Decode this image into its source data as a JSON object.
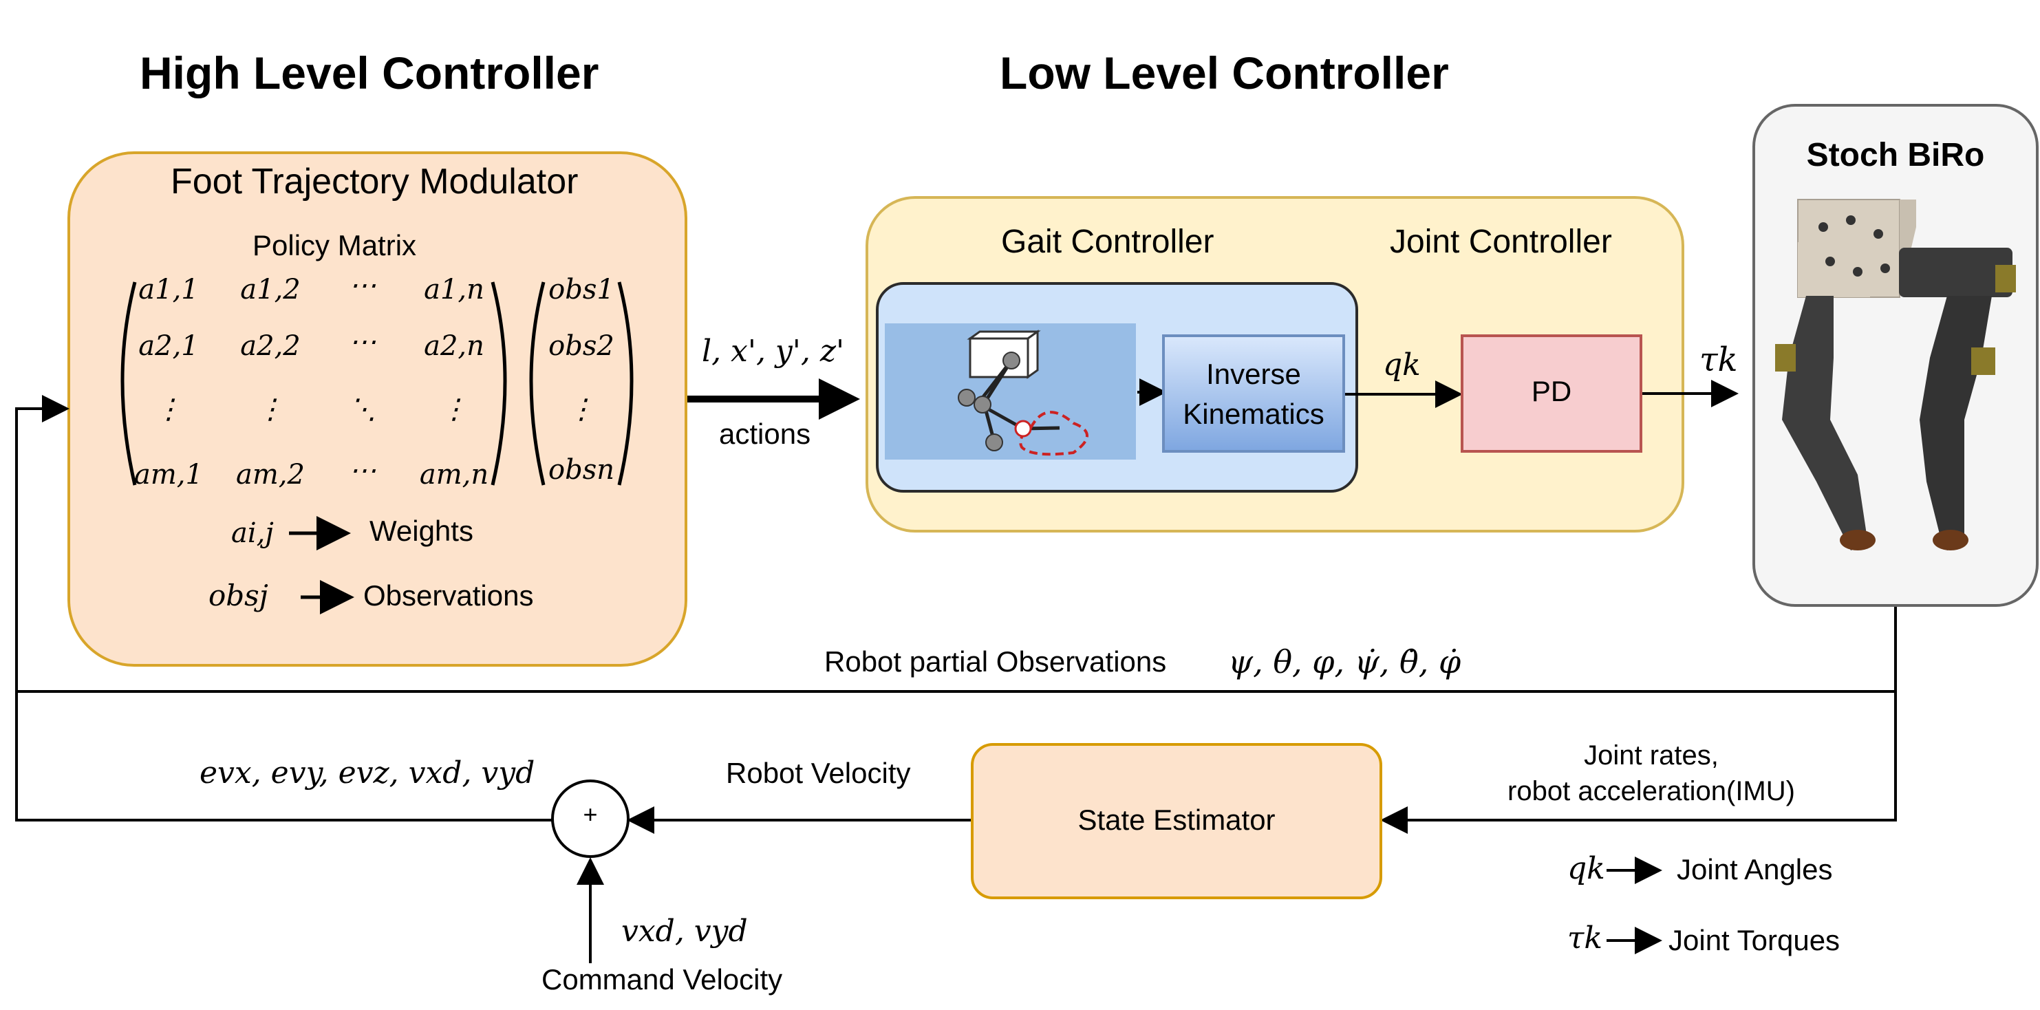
{
  "titles": {
    "high_level": "High Level Controller",
    "low_level": "Low Level Controller"
  },
  "foot_trajectory_modulator": {
    "title": "Foot Trajectory Modulator",
    "policy_matrix_label": "Policy Matrix",
    "matrix_rows": [
      [
        "a1,1",
        "a1,2",
        "⋯",
        "a1,n"
      ],
      [
        "a2,1",
        "a2,2",
        "⋯",
        "a2,n"
      ],
      [
        "⋮",
        "⋮",
        "⋱",
        "⋮"
      ],
      [
        "am,1",
        "am,2",
        "⋯",
        "am,n"
      ]
    ],
    "obs_vector": [
      "obs1",
      "obs2",
      "⋮",
      "obsn"
    ],
    "legend_weights_symbol": "ai,j",
    "legend_weights_text": "Weights",
    "legend_obs_symbol": "obsj",
    "legend_obs_text": "Observations"
  },
  "actions": {
    "symbols": "l, x', y', z'",
    "label": "actions"
  },
  "low_level_box": {
    "gait_controller": "Gait Controller",
    "joint_controller": "Joint Controller",
    "inverse_kinematics": "Inverse Kinematics",
    "qk": "qk",
    "pd": "PD"
  },
  "robot": {
    "name": "Stoch BiRo",
    "tau_k": "τk"
  },
  "feedback": {
    "partial_obs_label": "Robot partial Observations",
    "partial_obs_symbols": "ψ, θ, φ, ψ̇, θ̇, φ̇",
    "error_symbols": "evx, evy, evz, vxd, vyd",
    "robot_velocity": "Robot Velocity",
    "state_estimator": "State Estimator",
    "joint_rates_line1": "Joint rates,",
    "joint_rates_line2": "robot acceleration(IMU)",
    "sum_symbol": "+",
    "command_symbols": "vxd, vyd",
    "command_velocity": "Command Velocity"
  },
  "legend": {
    "qk_symbol": "qk",
    "qk_text": "Joint Angles",
    "tau_symbol": "τk",
    "tau_text": "Joint Torques"
  },
  "colors": {
    "ftm_fill": "#fde3cc",
    "ftm_border": "#d8a52a",
    "low_fill": "#fff2cc",
    "low_border": "#d6b656",
    "gait_fill": "#cfe3fa",
    "gait_border": "#2b2b2b",
    "gait_inner": "#98bde6",
    "ik_fill": "#a9c4ea",
    "ik_border": "#6c8ebf",
    "pd_fill": "#f7cdcf",
    "pd_border": "#b85450",
    "robot_fill": "#f5f5f5",
    "robot_border": "#666666",
    "state_fill": "#fde3cc",
    "state_border": "#d79b00"
  }
}
